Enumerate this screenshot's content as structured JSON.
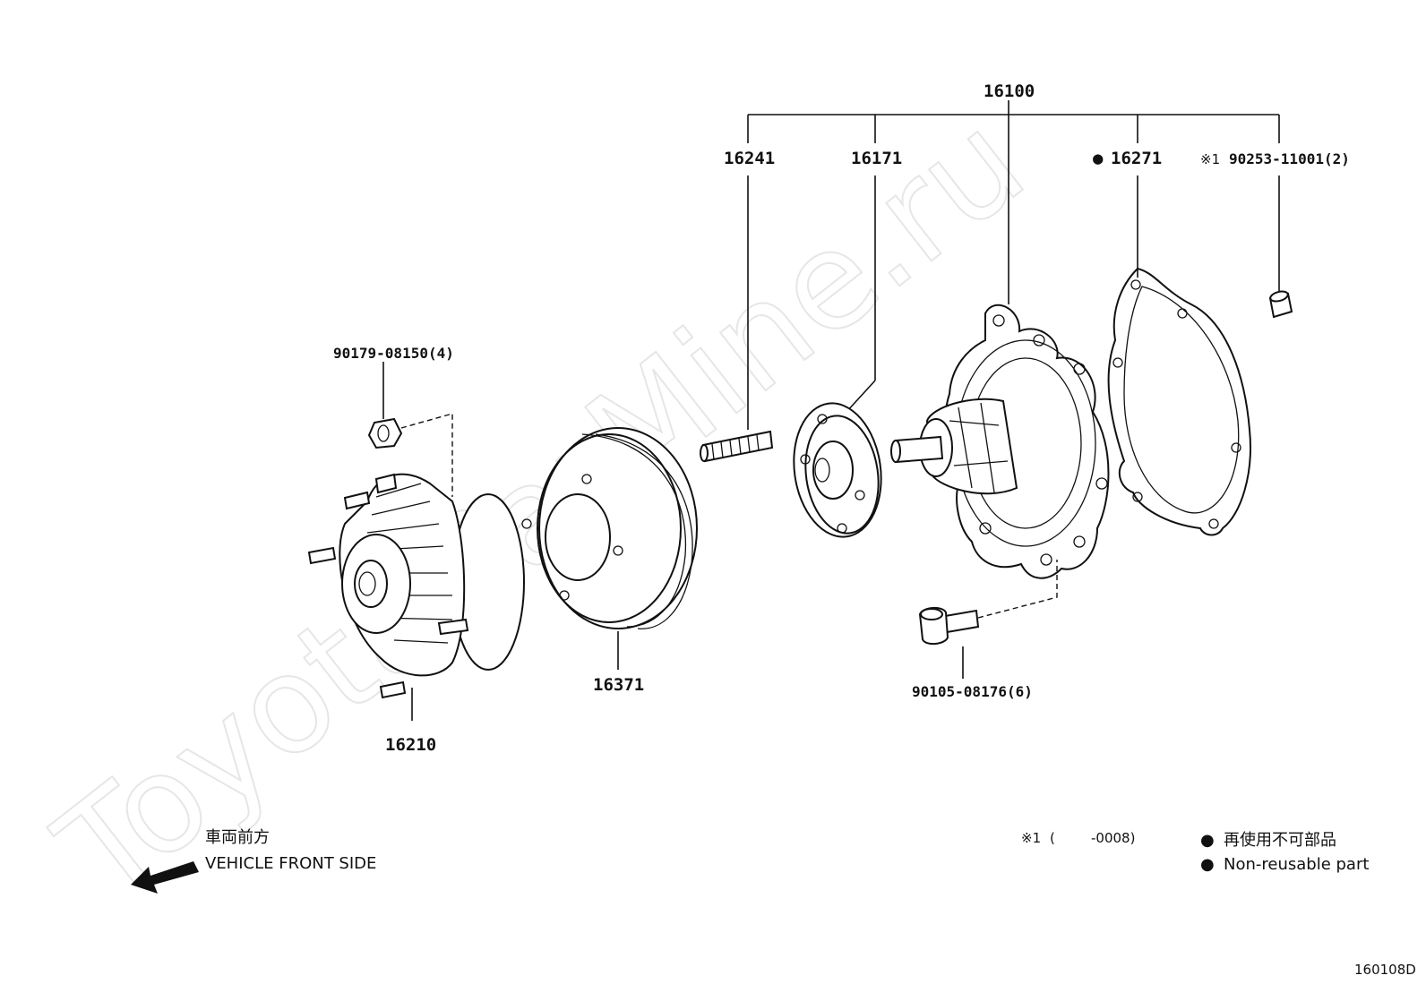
{
  "watermark": "ToyotaCarMine.ru",
  "assembly": {
    "number": "16100"
  },
  "parts": {
    "p16241": "16241",
    "p16171": "16171",
    "p16271": "16271",
    "p90253": "90253-11001(2)",
    "p90179": "90179-08150(4)",
    "p16371": "16371",
    "p16210": "16210",
    "p90105": "90105-08176(6)"
  },
  "marks": {
    "non_reusable_dot": "●",
    "note_symbol": "※1"
  },
  "direction": {
    "jp": "車両前方",
    "en": "VEHICLE FRONT SIDE"
  },
  "footnote": {
    "symbol": "※1",
    "open": "(",
    "range": "-0008)"
  },
  "legend": {
    "dot": "●",
    "jp": "再使用不可部品",
    "en": "Non-reusable part"
  },
  "diagram_code": "160108D",
  "colors": {
    "ink": "#111111",
    "watermark": "#e6e6e6",
    "background": "#ffffff"
  }
}
